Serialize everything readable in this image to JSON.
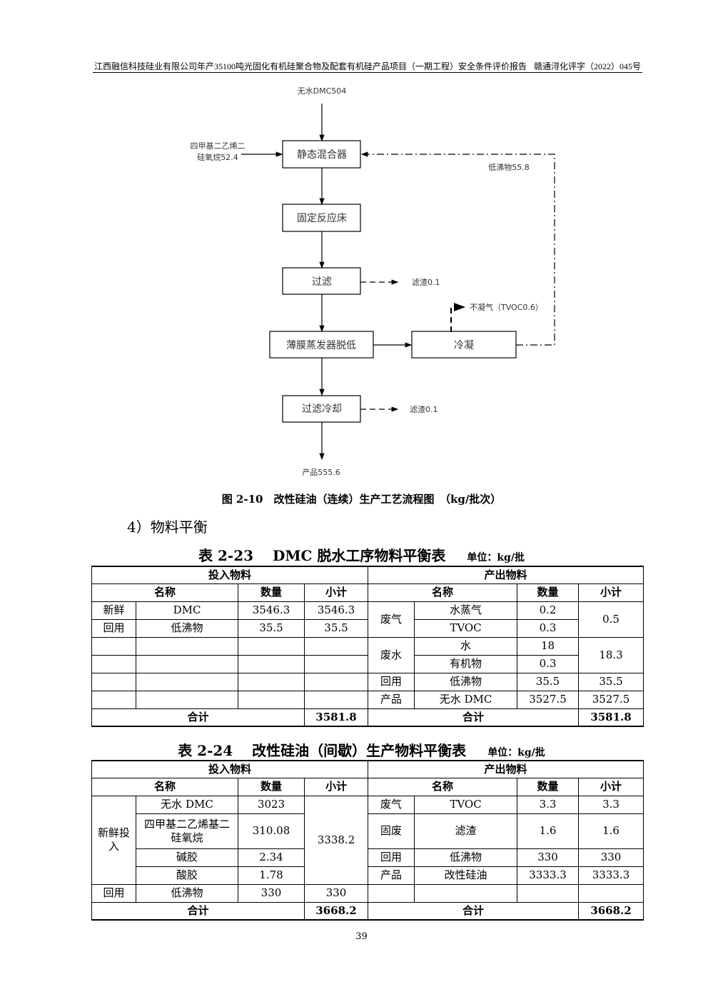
{
  "header": {
    "left": "江西融信科技硅业有限公司年产35100吨光固化有机硅聚合物及配套有机硅产品项目（一期工程）安全条件评价报告",
    "right": "赣通浔化评字（2022）045号"
  },
  "diagram": {
    "input_top": "无水DMC504",
    "input_left_1": "四甲基二乙烯二",
    "input_left_2": "硅氧烷52.4",
    "recycle": "低沸物55.8",
    "boxes": [
      "静态混合器",
      "固定反应床",
      "过滤",
      "薄膜蒸发器脱低",
      "冷凝",
      "过滤冷却"
    ],
    "residue1": "滤渣0.1",
    "gas": "不凝气（TVOC0.6）",
    "residue2": "滤渣0.1",
    "product": "产品555.6"
  },
  "figure_caption": "图 2-10　改性硅油（连续）生产工艺流程图　（kg/批次）",
  "section": "4）物料平衡",
  "table1": {
    "title": "表 2-23　 DMC 脱水工序物料平衡表",
    "unit": "单位：kg/批",
    "in": "投入物料",
    "out": "产出物料",
    "h": [
      "名称",
      "数量",
      "小计",
      "名称",
      "数量",
      "小计"
    ],
    "r": [
      [
        "新鲜",
        "DMC",
        "3546.3",
        "3546.3",
        "废气",
        "水蒸气",
        "0.2",
        "0.5"
      ],
      [
        "回用",
        "低沸物",
        "35.5",
        "35.5",
        "TVOC",
        "0.3"
      ],
      [
        "废水",
        "水",
        "18",
        "18.3"
      ],
      [
        "有机物",
        "0.3"
      ],
      [
        "回用",
        "低沸物",
        "35.5",
        "35.5"
      ],
      [
        "产品",
        "无水 DMC",
        "3527.5",
        "3527.5"
      ]
    ],
    "total": [
      "合计",
      "3581.8",
      "合计",
      "3581.8"
    ]
  },
  "table2": {
    "title": "表 2-24　 改性硅油（间歇）生产物料平衡表",
    "unit": "单位：kg/批",
    "in": "投入物料",
    "out": "产出物料",
    "h": [
      "名称",
      "数量",
      "小计",
      "名称",
      "数量",
      "小计"
    ],
    "group": "新鲜投入",
    "sub": "3338.2",
    "inrows": [
      [
        "无水 DMC",
        "3023"
      ],
      [
        "四甲基二乙烯基二硅氧烷",
        "310.08"
      ],
      [
        "碱胶",
        "2.34"
      ],
      [
        "酸胶",
        "1.78"
      ]
    ],
    "outrows": [
      [
        "废气",
        "TVOC",
        "3.3",
        "3.3"
      ],
      [
        "固废",
        "滤渣",
        "1.6",
        "1.6"
      ],
      [
        "回用",
        "低沸物",
        "330",
        "330"
      ],
      [
        "产品",
        "改性硅油",
        "3333.3",
        "3333.3"
      ]
    ],
    "reuse": [
      "回用",
      "低沸物",
      "330",
      "330"
    ],
    "total": [
      "合计",
      "3668.2",
      "合计",
      "3668.2"
    ]
  },
  "page_number": "39"
}
